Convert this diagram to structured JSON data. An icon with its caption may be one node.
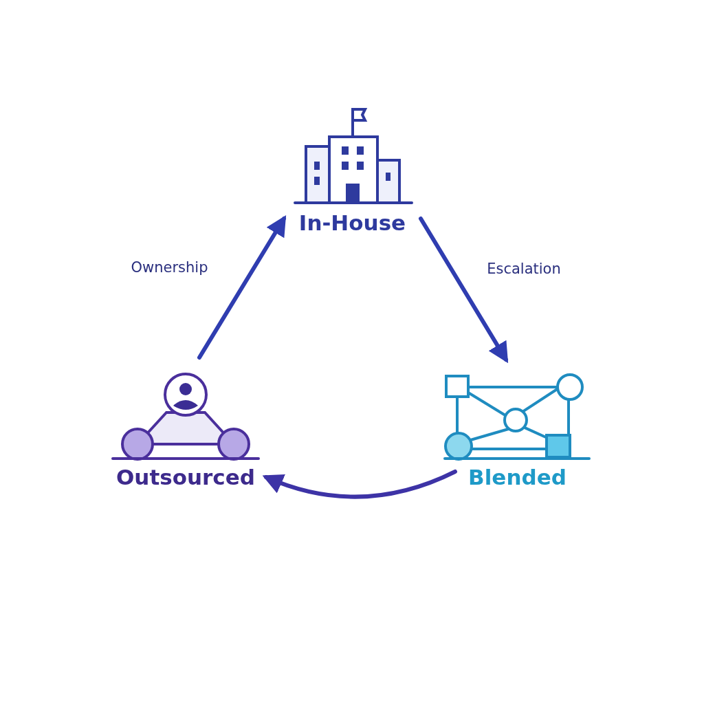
{
  "diagram": {
    "nodes": [
      {
        "text": [
          "In-House"
        ]
      },
      {
        "text": [
          "Blended"
        ]
      },
      {
        "text": [
          "Outsourced"
        ]
      }
    ],
    "edges": [
      {
        "from": 2,
        "to": 0,
        "arrow": "to",
        "label": "Ownership"
      },
      {
        "from": 0,
        "to": 1,
        "arrow": "to",
        "label": "Escalation"
      },
      {
        "from": 1,
        "to": 2,
        "arrow": "to"
      }
    ]
  }
}
